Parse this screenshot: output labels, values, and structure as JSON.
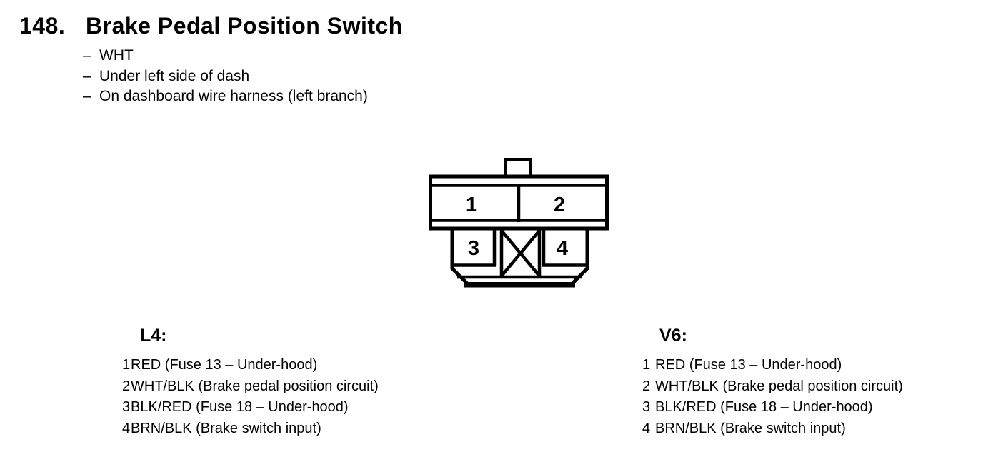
{
  "page": {
    "paper_color": "#ffffff",
    "ink_color": "#000000"
  },
  "header": {
    "number": "148.",
    "title": "Brake Pedal Position Switch"
  },
  "notes": {
    "bullet": "–",
    "items": [
      "WHT",
      "Under left side of dash",
      "On dashboard wire harness (left branch)"
    ]
  },
  "connector": {
    "description": "4-pin connector, front view, with center keyway marked X",
    "pins": [
      "1",
      "2",
      "3",
      "4"
    ]
  },
  "columns": [
    {
      "heading": "L4:",
      "rows": [
        {
          "pin": "1",
          "desc": "RED (Fuse 13 – Under-hood)"
        },
        {
          "pin": "2",
          "desc": "WHT/BLK (Brake pedal position circuit)"
        },
        {
          "pin": "3",
          "desc": "BLK/RED (Fuse 18 – Under-hood)"
        },
        {
          "pin": "4",
          "desc": "BRN/BLK (Brake switch input)"
        }
      ]
    },
    {
      "heading": "V6:",
      "rows": [
        {
          "pin": "1",
          "desc": "RED (Fuse 13 – Under-hood)"
        },
        {
          "pin": "2",
          "desc": "WHT/BLK (Brake pedal position circuit)"
        },
        {
          "pin": "3",
          "desc": "BLK/RED (Fuse 18 – Under-hood)"
        },
        {
          "pin": "4",
          "desc": "BRN/BLK (Brake switch input)"
        }
      ]
    }
  ]
}
